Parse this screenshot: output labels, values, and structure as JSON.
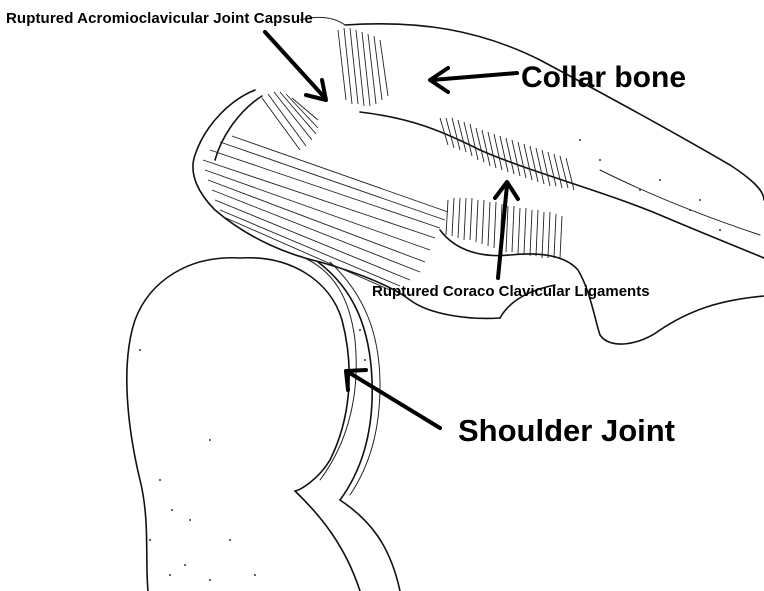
{
  "labels": {
    "acromioclavicular": "Ruptured Acromioclavicular Joint Capsule",
    "collar_bone": "Collar bone",
    "coracoclavicular": "Ruptured Coraco Clavicular Ligaments",
    "shoulder_joint": "Shoulder Joint"
  },
  "colors": {
    "ink": "#000000",
    "background": "#ffffff"
  }
}
